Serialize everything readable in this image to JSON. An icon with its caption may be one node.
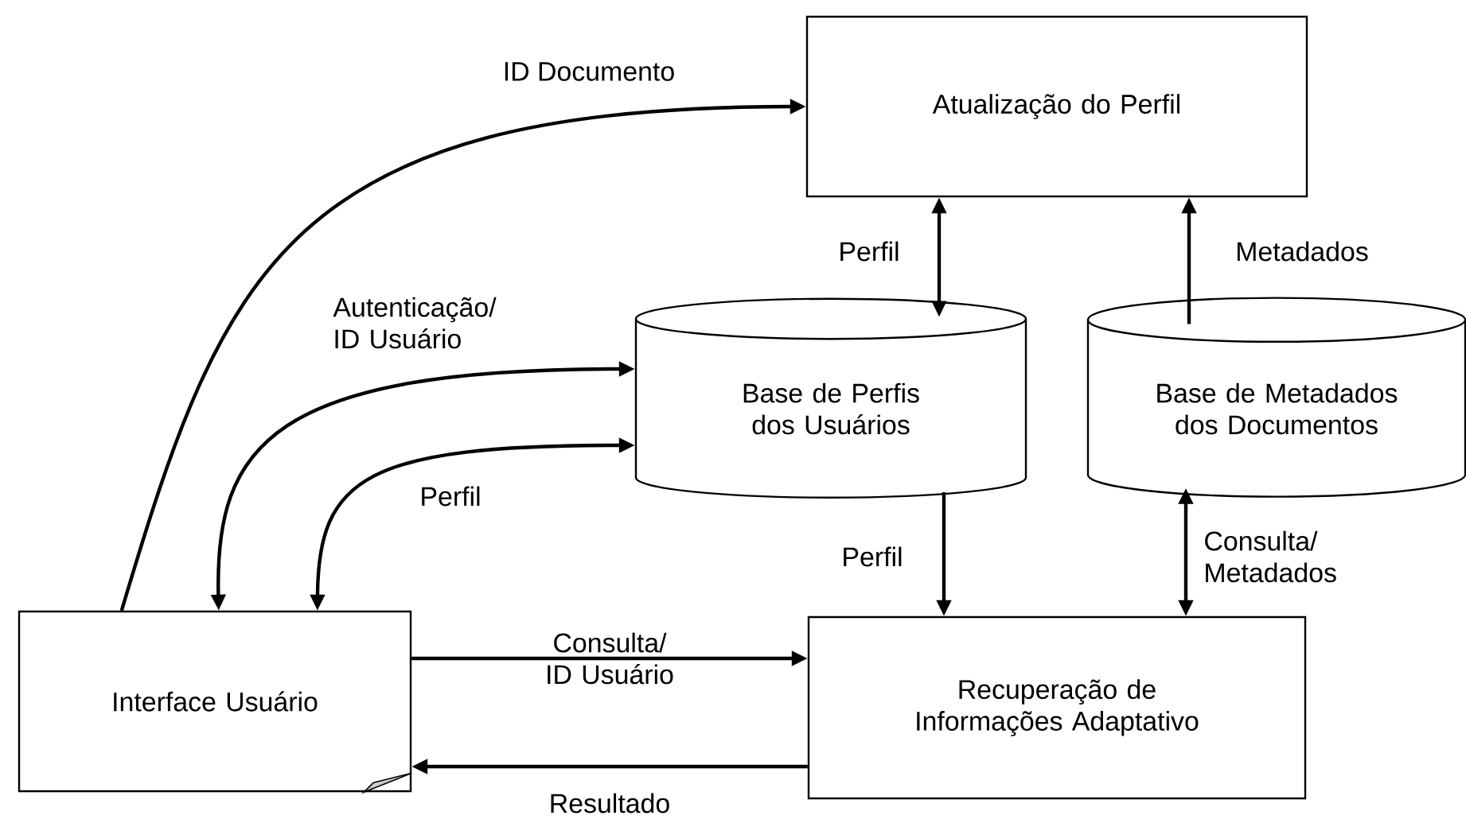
{
  "diagram": {
    "nodes": [
      {
        "text": [
          "Atualização do Perfil"
        ]
      },
      {
        "text": [
          "Base de Perfis dos Usuários"
        ]
      },
      {
        "text": [
          "Base de Metadados dos Documentos"
        ]
      },
      {
        "text": [
          "Interface Usuário"
        ]
      },
      {
        "text": [
          "Recuperação de Informações Adaptativo"
        ]
      }
    ],
    "edges": [
      {
        "from": 3,
        "to": 0,
        "arrow": "to",
        "label": "ID Documento"
      },
      {
        "from": 3,
        "to": 1,
        "arrow": "both",
        "label": "Autenticação/ ID Usuário"
      },
      {
        "from": 3,
        "to": 1,
        "arrow": "both",
        "label": "Perfil"
      },
      {
        "from": 0,
        "to": 1,
        "arrow": "both",
        "label": "Perfil"
      },
      {
        "from": 2,
        "to": 0,
        "arrow": "to",
        "label": "Metadados"
      },
      {
        "from": 1,
        "to": 4,
        "arrow": "to",
        "label": "Perfil"
      },
      {
        "from": 2,
        "to": 4,
        "arrow": "both",
        "label": "Consulta/ Metadados"
      },
      {
        "from": 3,
        "to": 4,
        "arrow": "to",
        "label": "Consulta/ ID Usuário"
      },
      {
        "from": 4,
        "to": 3,
        "arrow": "to",
        "label": "Resultado"
      }
    ]
  }
}
